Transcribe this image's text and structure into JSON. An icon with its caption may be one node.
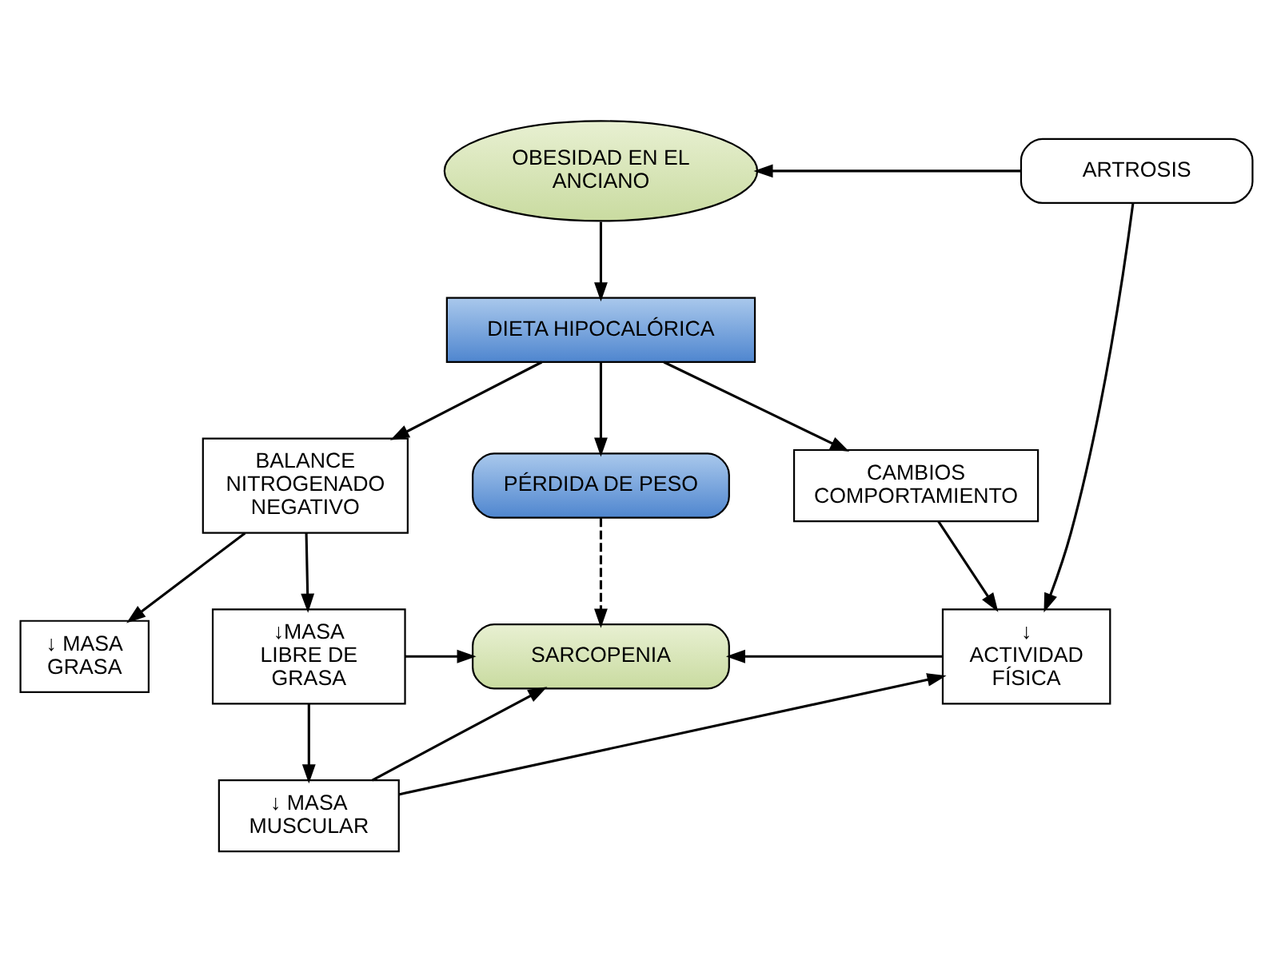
{
  "diagram": {
    "nodes": [
      {
        "text": [
          "OBESIDAD EN EL ANCIANO"
        ]
      },
      {
        "text": [
          "ARTROSIS"
        ]
      },
      {
        "text": [
          "DIETA HIPOCALÓRICA"
        ]
      },
      {
        "text": [
          "BALANCE NITROGENADO NEGATIVO"
        ]
      },
      {
        "text": [
          "PÉRDIDA DE PESO"
        ]
      },
      {
        "text": [
          "CAMBIOS COMPORTAMIENTO"
        ]
      },
      {
        "text": [
          "↓ MASA GRASA"
        ]
      },
      {
        "text": [
          "↓MASA LIBRE DE GRASA"
        ]
      },
      {
        "text": [
          "SARCOPENIA"
        ]
      },
      {
        "text": [
          "↓ ACTIVIDAD FÍSICA"
        ]
      },
      {
        "text": [
          "↓ MASA MUSCULAR"
        ]
      }
    ],
    "edges": [
      {
        "from": 1,
        "to": 0,
        "arrow": "to"
      },
      {
        "from": 1,
        "to": 9,
        "arrow": "to"
      },
      {
        "from": 0,
        "to": 2,
        "arrow": "to"
      },
      {
        "from": 2,
        "to": 3,
        "arrow": "to"
      },
      {
        "from": 2,
        "to": 4,
        "arrow": "to"
      },
      {
        "from": 2,
        "to": 5,
        "arrow": "to"
      },
      {
        "from": 3,
        "to": 6,
        "arrow": "to"
      },
      {
        "from": 3,
        "to": 7,
        "arrow": "to"
      },
      {
        "from": 4,
        "to": 8,
        "arrow": "to",
        "style": "dashed"
      },
      {
        "from": 5,
        "to": 9,
        "arrow": "to"
      },
      {
        "from": 7,
        "to": 8,
        "arrow": "to"
      },
      {
        "from": 9,
        "to": 8,
        "arrow": "to"
      },
      {
        "from": 7,
        "to": 10,
        "arrow": "to"
      },
      {
        "from": 10,
        "to": 8,
        "arrow": "to"
      },
      {
        "from": 10,
        "to": 9,
        "arrow": "to"
      }
    ]
  }
}
